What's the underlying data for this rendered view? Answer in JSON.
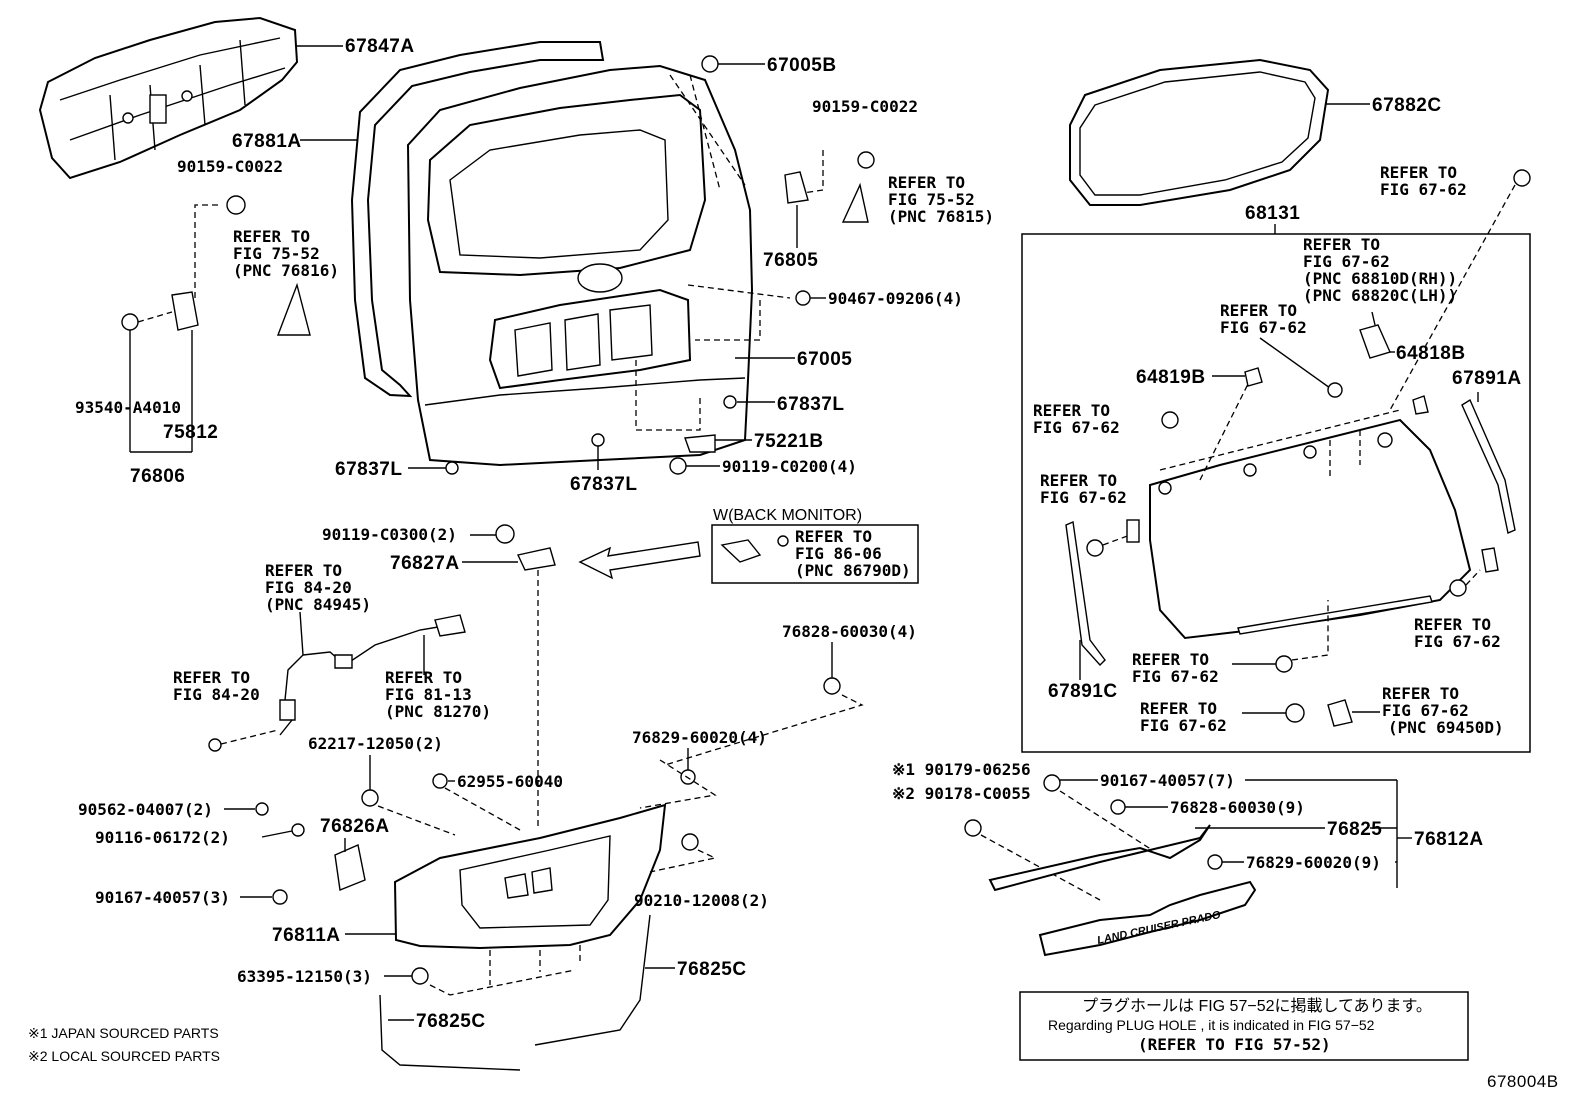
{
  "labels": {
    "p67847A": "67847A",
    "p67881A": "67881A",
    "p90159_left": "90159-C0022",
    "refer_75_52_left_1": "REFER TO",
    "refer_75_52_left_2": "FIG 75-52",
    "refer_75_52_left_3": "(PNC 76816)",
    "p93540": "93540-A4010",
    "p75812": "75812",
    "p76806": "76806",
    "p67005B": "67005B",
    "p90159_right": "90159-C0022",
    "refer_75_52_right_1": "REFER TO",
    "refer_75_52_right_2": "FIG 75-52",
    "refer_75_52_right_3": "(PNC 76815)",
    "p76805": "76805",
    "p90467": "90467-09206(4)",
    "p67005": "67005",
    "p67837L_a": "67837L",
    "p75221B": "75221B",
    "p90119_0200": "90119-C0200(4)",
    "p67837L_b": "67837L",
    "p67837L_c": "67837L",
    "p67882C": "67882C",
    "p68131": "68131",
    "refer_top_1": "REFER TO",
    "refer_top_2": "FIG 67-62",
    "refer_hinge_1": "REFER TO",
    "refer_hinge_2": "FIG 67-62",
    "refer_hinge_3": "(PNC 68810D(RH))",
    "refer_hinge_4": "(PNC 68820C(LH))",
    "refer_mid_1": "REFER TO",
    "refer_mid_2": "FIG 67-62",
    "p64818B": "64818B",
    "p64819B": "64819B",
    "p67891A": "67891A",
    "refer_l1_1": "REFER TO",
    "refer_l1_2": "FIG 67-62",
    "refer_l2_1": "REFER TO",
    "refer_l2_2": "FIG 67-62",
    "refer_r1_1": "REFER TO",
    "refer_r1_2": "FIG 67-62",
    "p67891C": "67891C",
    "refer_b1_1": "REFER TO",
    "refer_b1_2": "FIG 67-62",
    "refer_b2_1": "REFER TO",
    "refer_b2_2": "FIG 67-62",
    "refer_b3_1": "REFER TO",
    "refer_b3_2": "FIG 67-62",
    "refer_b3_3": "(PNC 69450D)",
    "p90119_0300": "90119-C0300(2)",
    "p76827A": "76827A",
    "back_monitor": "W(BACK MONITOR)",
    "refer_86_1": "REFER TO",
    "refer_86_2": "FIG 86-06",
    "refer_86_3": "(PNC 86790D)",
    "refer_84_a1": "REFER TO",
    "refer_84_a2": "FIG 84-20",
    "refer_84_a3": "(PNC 84945)",
    "refer_84_b1": "REFER TO",
    "refer_84_b2": "FIG 84-20",
    "refer_81_1": "REFER TO",
    "refer_81_2": "FIG 81-13",
    "refer_81_3": "(PNC 81270)",
    "p76828_4": "76828-60030(4)",
    "p62217": "62217-12050(2)",
    "p76829_4": "76829-60020(4)",
    "p62955": "62955-60040",
    "p90562": "90562-04007(2)",
    "p90116": "90116-06172(2)",
    "p76826A": "76826A",
    "p90167_3": "90167-40057(3)",
    "p90210": "90210-12008(2)",
    "p76811A": "76811A",
    "p63395": "63395-12150(3)",
    "p76825C_a": "76825C",
    "p76825C_b": "76825C",
    "note1": "※1 JAPAN SOURCED PARTS",
    "note2": "※2 LOCAL SOURCED PARTS",
    "m1_90179": "※1 90179-06256",
    "m2_90178": "※2 90178-C0055",
    "p90167_7": "90167-40057(7)",
    "p76828_9": "76828-60030(9)",
    "p76825": "76825",
    "p76812A": "76812A",
    "p76829_9": "76829-60020(9)",
    "plug_jp": "プラグホールは FIG 57−52に掲載してあります。",
    "plug_en": "Regarding PLUG HOLE , it is indicated in FIG 57−52",
    "plug_ref": "(REFER TO FIG 57-52)",
    "figure_id": "678004B",
    "emblem": "LAND CRUISER PRADO"
  }
}
